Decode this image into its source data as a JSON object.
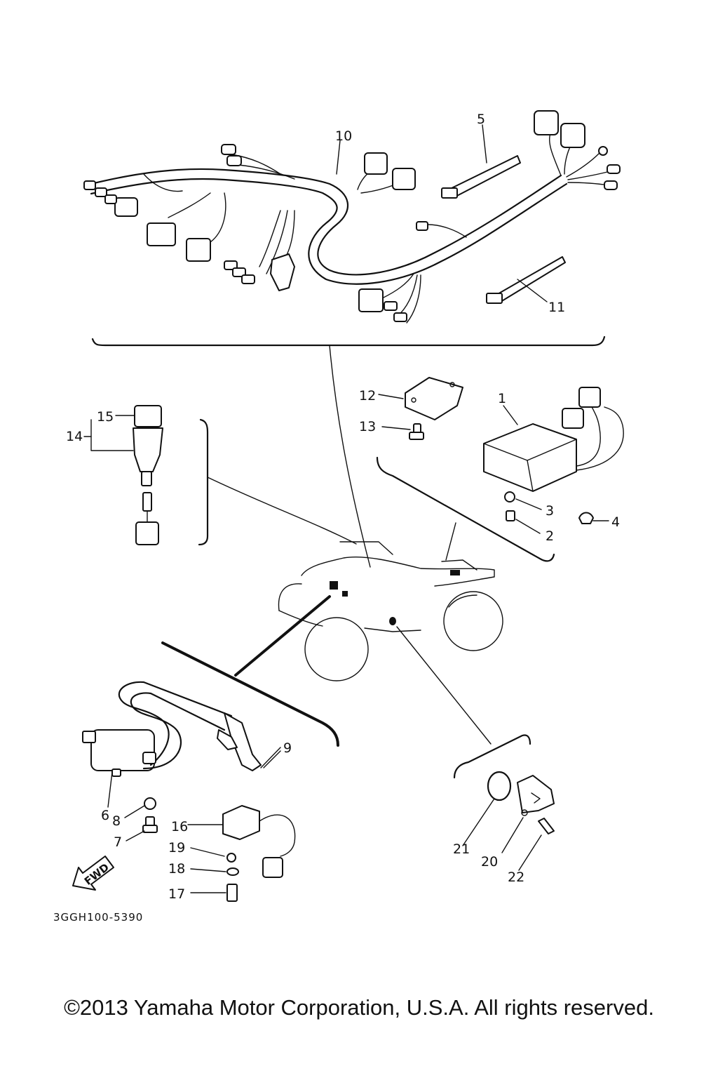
{
  "diagram": {
    "part_numbers": {
      "p1": "1",
      "p2": "2",
      "p3": "3",
      "p4": "4",
      "p5": "5",
      "p6": "6",
      "p7": "7",
      "p8": "8",
      "p9": "9",
      "p10": "10",
      "p11": "11",
      "p12": "12",
      "p13": "13",
      "p14": "14",
      "p15": "15",
      "p16": "16",
      "p17": "17",
      "p18": "18",
      "p19": "19",
      "p20": "20",
      "p21": "21",
      "p22": "22"
    },
    "fwd_label": "FWD",
    "drawing_code": "3GGH100-5390"
  },
  "footer": {
    "copyright": "©2013 Yamaha Motor Corporation, U.S.A. All rights reserved."
  }
}
